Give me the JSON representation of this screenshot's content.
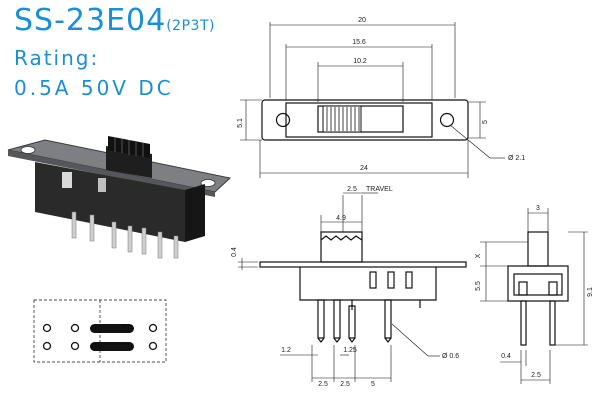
{
  "title": {
    "model": "SS-23E04",
    "suffix": "(2P3T)"
  },
  "rating": {
    "label": "Rating:",
    "value": "0.5A  50V  DC"
  },
  "top_view": {
    "dim_total_outer": "20",
    "dim_mid": "15.6",
    "dim_slot": "10.2",
    "dim_length": "24",
    "dim_height_left": "5.1",
    "dim_height_right": "5",
    "dim_hole": "Ø 2.1"
  },
  "side_view": {
    "dim_travel": "2.5",
    "travel_label": "TRAVEL",
    "dim_actuator": "4.9",
    "dim_plate": "0.4",
    "dim_pin_w": "1.2",
    "dim_pin_gap": "1.25",
    "dim_pin_d": "Ø 0.6",
    "pitch_1": "2.5",
    "pitch_2": "2.5",
    "pitch_3": "5"
  },
  "end_view": {
    "dim_top": "3",
    "dim_x": "X",
    "dim_55": "5.5",
    "dim_91": "9.1",
    "dim_04": "0.4",
    "dim_25": "2.5"
  }
}
